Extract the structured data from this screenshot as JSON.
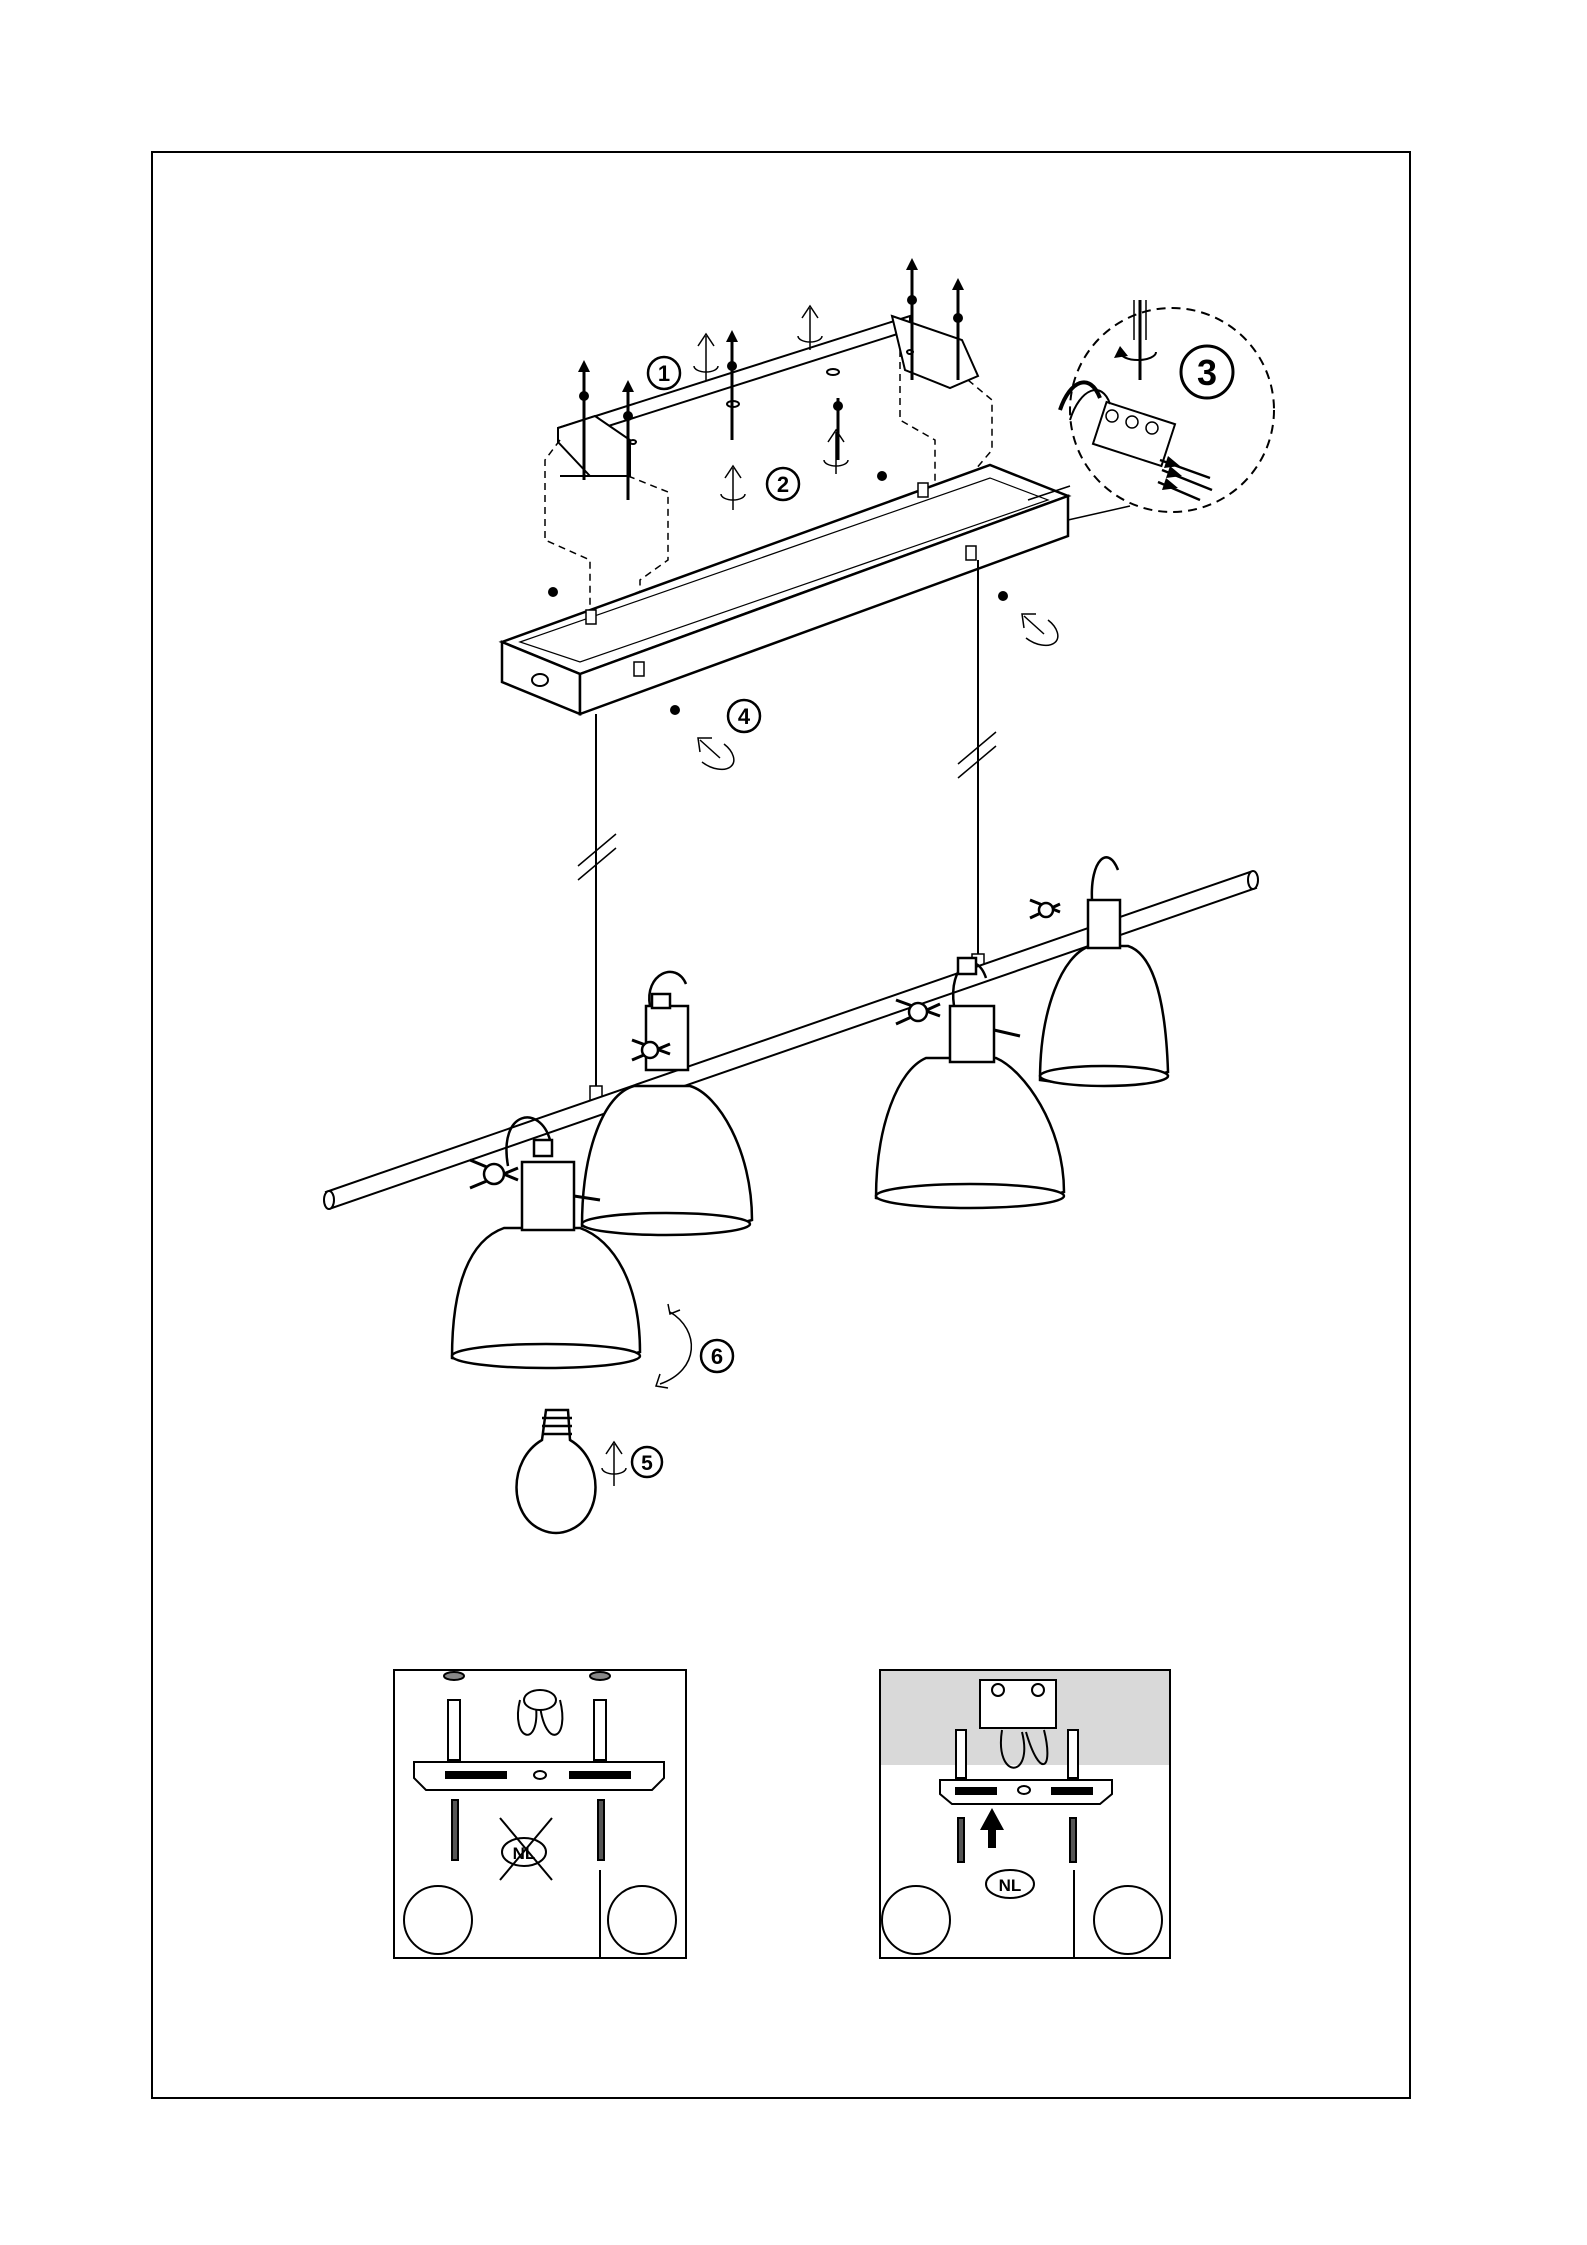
{
  "steps": {
    "s1": "1",
    "s2": "2",
    "s3": "3",
    "s4": "4",
    "s5": "5",
    "s6": "6"
  },
  "insets": {
    "left_mark": "NL",
    "right_mark": "NL"
  }
}
